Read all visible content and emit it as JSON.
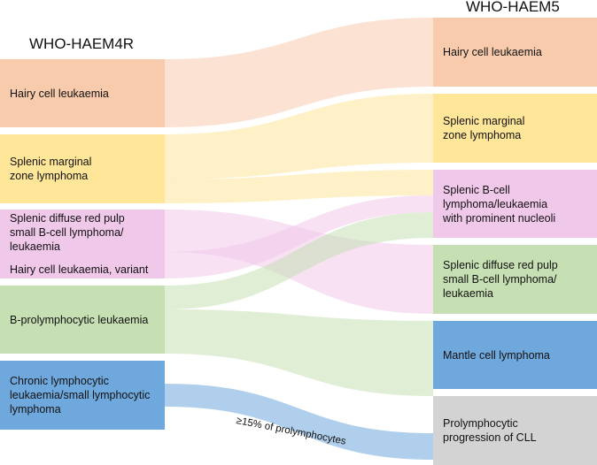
{
  "headers": {
    "left": "WHO-HAEM4R",
    "right": "WHO-HAEM5"
  },
  "left_nodes": [
    {
      "id": "hcl4",
      "labels": [
        "Hairy cell leukaemia"
      ],
      "color": "#f8cbad"
    },
    {
      "id": "smzl4",
      "labels": [
        "Splenic marginal\nzone lymphoma"
      ],
      "color": "#ffe699"
    },
    {
      "id": "sdrpl4",
      "labels": [
        "Splenic diffuse red pulp\nsmall B-cell lymphoma/\nleukaemia",
        "Hairy cell leukaemia, variant"
      ],
      "color": "#f0c8ea"
    },
    {
      "id": "bpll4",
      "labels": [
        "B-prolymphocytic leukaemia"
      ],
      "color": "#c6e0b4"
    },
    {
      "id": "cll4",
      "labels": [
        "Chronic lymphocytic\nleukaemia/small lymphocytic\nlymphoma"
      ],
      "color": "#6fa8dc"
    }
  ],
  "right_nodes": [
    {
      "id": "hcl5",
      "labels": [
        "Hairy cell leukaemia"
      ],
      "color": "#f8cbad"
    },
    {
      "id": "smzl5",
      "labels": [
        "Splenic marginal\nzone lymphoma"
      ],
      "color": "#ffe699"
    },
    {
      "id": "sblpn5",
      "labels": [
        "Splenic B-cell\nlymphoma/leukaemia\nwith prominent nucleoli"
      ],
      "color": "#f0c8ea"
    },
    {
      "id": "sdrpl5",
      "labels": [
        "Splenic diffuse red pulp\nsmall B-cell lymphoma/\nleukaemia"
      ],
      "color": "#c6e0b4"
    },
    {
      "id": "mcl5",
      "labels": [
        "Mantle cell lymphoma"
      ],
      "color": "#6fa8dc"
    },
    {
      "id": "ppcll5",
      "labels": [
        "Prolymphocytic\nprogression of CLL"
      ],
      "color": "#d3d3d3"
    }
  ],
  "flows": [
    {
      "from": "hcl4",
      "to": "hcl5",
      "color": "#f8cbad"
    },
    {
      "from": "smzl4",
      "to": "smzl5",
      "color": "#ffe699"
    },
    {
      "from": "smzl4",
      "to": "sblpn5",
      "color": "#ffe699"
    },
    {
      "from": "sdrpl4",
      "to": "sdrpl5",
      "color": "#f0c8ea"
    },
    {
      "from": "sdrpl4",
      "to": "sblpn5",
      "color": "#f0c8ea"
    },
    {
      "from": "bpll4",
      "to": "sblpn5",
      "color": "#c6e0b4"
    },
    {
      "from": "bpll4",
      "to": "mcl5",
      "color": "#c6e0b4"
    },
    {
      "from": "bpll4",
      "to": "ppcll5",
      "color": "#c6e0b4"
    },
    {
      "from": "cll4",
      "to": "ppcll5",
      "color": "#6fa8dc"
    }
  ],
  "flow_annotation": "≥15% of prolymphocytes"
}
